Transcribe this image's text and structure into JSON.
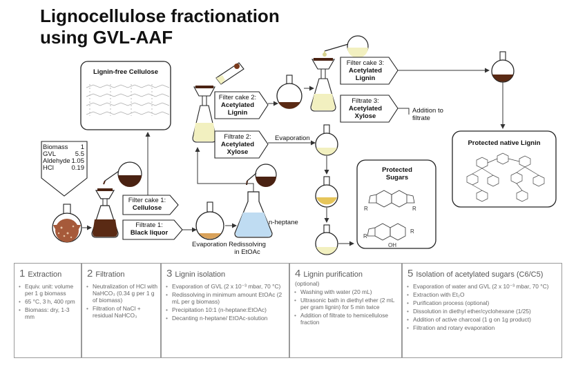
{
  "title": {
    "line1": "Lignocellulose fractionation",
    "line2": "using GVL-AAF"
  },
  "nodes": {
    "lignin_free_cellulose": "Lignin-free Cellulose",
    "filter_cake_1": {
      "l1": "Filter cake 1:",
      "l2": "Cellulose"
    },
    "filtrate_1": {
      "l1": "Filtrate 1:",
      "l2": "Black liquor"
    },
    "filter_cake_2": {
      "l1": "Filter cake 2:",
      "l2": "Acetylated",
      "l3": "Lignin"
    },
    "filtrate_2": {
      "l1": "Filtrate 2:",
      "l2": "Acetylated",
      "l3": "Xylose"
    },
    "filter_cake_3": {
      "l1": "Filter cake 3:",
      "l2": "Acetylated",
      "l3": "Lignin"
    },
    "filtrate_3": {
      "l1": "Filtrate 3:",
      "l2": "Acetylated",
      "l3": "Xylose"
    },
    "protected_native_lignin": "Protected native Lignin",
    "protected_sugars": {
      "l1": "Protected",
      "l2": "Sugars"
    }
  },
  "feed_table": [
    {
      "name": "Biomass",
      "value": "1"
    },
    {
      "name": "GVL",
      "value": "5.5"
    },
    {
      "name": "Aldehyde",
      "value": "1.05"
    },
    {
      "name": "HCl",
      "value": "0.19"
    }
  ],
  "process_labels": {
    "evaporation_1": "Evaporation",
    "redissolving": {
      "l1": "Redissolving",
      "l2": "in EtOAc"
    },
    "n_heptane": "n-heptane",
    "evaporation_2": "Evaporation",
    "addition": {
      "l1": "Addition to",
      "l2": "filtrate"
    }
  },
  "steps": [
    {
      "num": "1",
      "title": "Extraction",
      "subtitle": "",
      "items": [
        "Equiv. unit: volume per 1 g biomass",
        "65 °C, 3 h, 400 rpm",
        "Biomass: dry, 1-3 mm"
      ]
    },
    {
      "num": "2",
      "title": "Filtration",
      "subtitle": "",
      "items": [
        "Neutralization of HCl with NaHCO₃ (0.34 g per 1 g of biomass)",
        "Filtration of NaCl + residual NaHCO₃"
      ]
    },
    {
      "num": "3",
      "title": "Lignin isolation",
      "subtitle": "",
      "items": [
        "Evaporation of GVL (2 x 10⁻³ mbar, 70 °C)",
        "Redissolving in minimum amount EtOAc (2 mL per g biomass)",
        "Precipitation 10:1 (n-heptane:EtOAc)",
        "Decanting n-heptane/ EtOAc-solution"
      ]
    },
    {
      "num": "4",
      "title": "Lignin purification",
      "subtitle": "(optional)",
      "items": [
        "Washing with water (20 mL)",
        "Ultrasonic bath in diethyl ether (2 mL per gram lignin) for 5 min twice",
        "Addition of filtrate to hemicellulose fraction"
      ]
    },
    {
      "num": "5",
      "title": "Isolation of acetylated sugars (C6/C5)",
      "subtitle": "",
      "items": [
        "Evaporation of water and GVL (2 x 10⁻³ mbar, 70 °C)",
        "Extraction with Et₂O",
        "Purification process (optional)",
        "Dissolution in diethyl ether/cyclohexane (1/25)",
        "Addition of active charcoal (1 g on 1g product)",
        "Filtration and rotary evaporation"
      ]
    }
  ]
}
